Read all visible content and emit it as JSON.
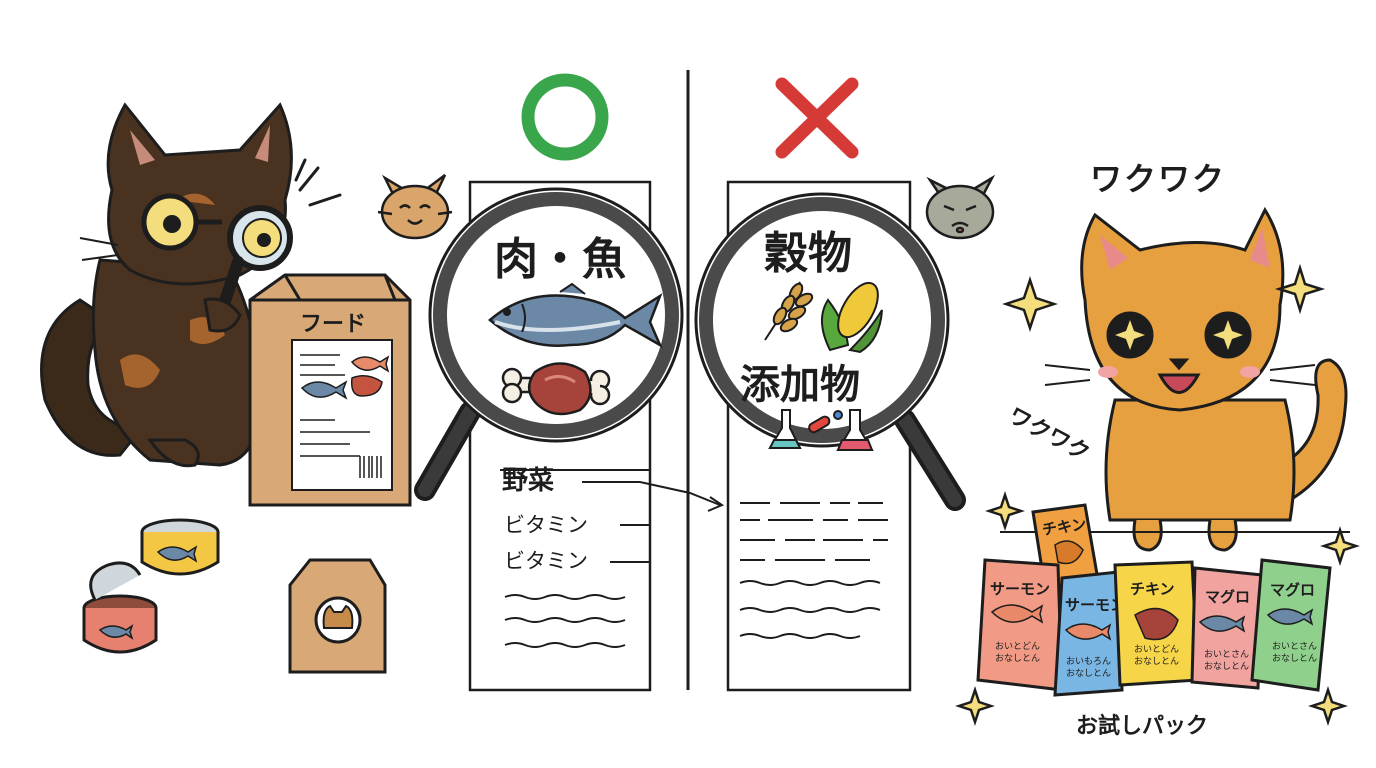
{
  "good": {
    "mark": "○",
    "mark_color": "#3aa64b",
    "label": "肉・魚",
    "ingredient_first": "野菜",
    "lines": [
      "ビタミン",
      "ビタミン"
    ]
  },
  "bad": {
    "mark": "×",
    "mark_color": "#d63a36",
    "label_grain": "穀物",
    "label_additives": "添加物"
  },
  "food_bag": {
    "label": "フード"
  },
  "excited_cat": {
    "text_top": "ワクワク",
    "text_side": "ワクワク"
  },
  "packs": {
    "back": {
      "title": "チキン"
    },
    "front": [
      {
        "title": "サーモン",
        "sub": [
          "おいとどん",
          "おなしとん"
        ],
        "color": "#f19a85"
      },
      {
        "title": "サーモン",
        "sub": [
          "おいもろん",
          "おなしとん"
        ],
        "color": "#7ab6e3"
      },
      {
        "title": "チキン",
        "sub": [
          "おいとどん",
          "おなしとん"
        ],
        "color": "#f6d548"
      },
      {
        "title": "マグロ",
        "sub": [
          "おいとさん",
          "おなしとん"
        ],
        "color": "#f1a3a0"
      },
      {
        "title": "マグロ",
        "sub": [
          "おいとさん",
          "おなしとん"
        ],
        "color": "#8fd08d"
      }
    ],
    "caption": "お試しパック"
  }
}
